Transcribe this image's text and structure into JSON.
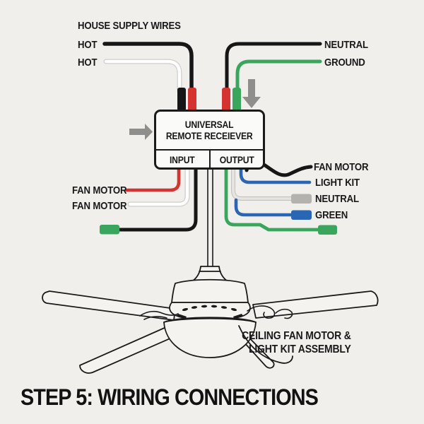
{
  "labels": {
    "house_supply_heading": "HOUSE SUPPLY WIRES",
    "hot_1": "HOT",
    "hot_2": "HOT",
    "neutral_top": "NEUTRAL",
    "ground_top": "GROUND",
    "receiver_line1": "UNIVERSAL",
    "receiver_line2": "REMOTE RECEIEVER",
    "input": "INPUT",
    "output": "OUTPUT",
    "fan_motor_left_1": "FAN MOTOR",
    "fan_motor_left_2": "FAN MOTOR",
    "fan_motor_right": "FAN MOTOR",
    "light_kit_right": "LIGHT KIT",
    "neutral_right": "NEUTRAL",
    "green_right": "GREEN",
    "fan_assembly_line1": "CEILING FAN MOTOR &",
    "fan_assembly_line2": "LIGHT KIT ASSEMBLY",
    "title": "STEP 5: WIRING CONNECTIONS"
  },
  "colors": {
    "paper": "#f0efec",
    "wire-black": "#161616",
    "wire-red": "#d43330",
    "wire-green": "#3aa55c",
    "wire-blue": "#2a66b3",
    "wire-white": "#ffffff",
    "wire-white-edge": "#cfcecb",
    "wire-gray": "#e6e5e1",
    "wire-gray-edge": "#c2c1bd",
    "connector-gray": "#b3b2ae",
    "arrow-gray": "#8e8e8c",
    "line-dark": "#1a1a1a"
  }
}
